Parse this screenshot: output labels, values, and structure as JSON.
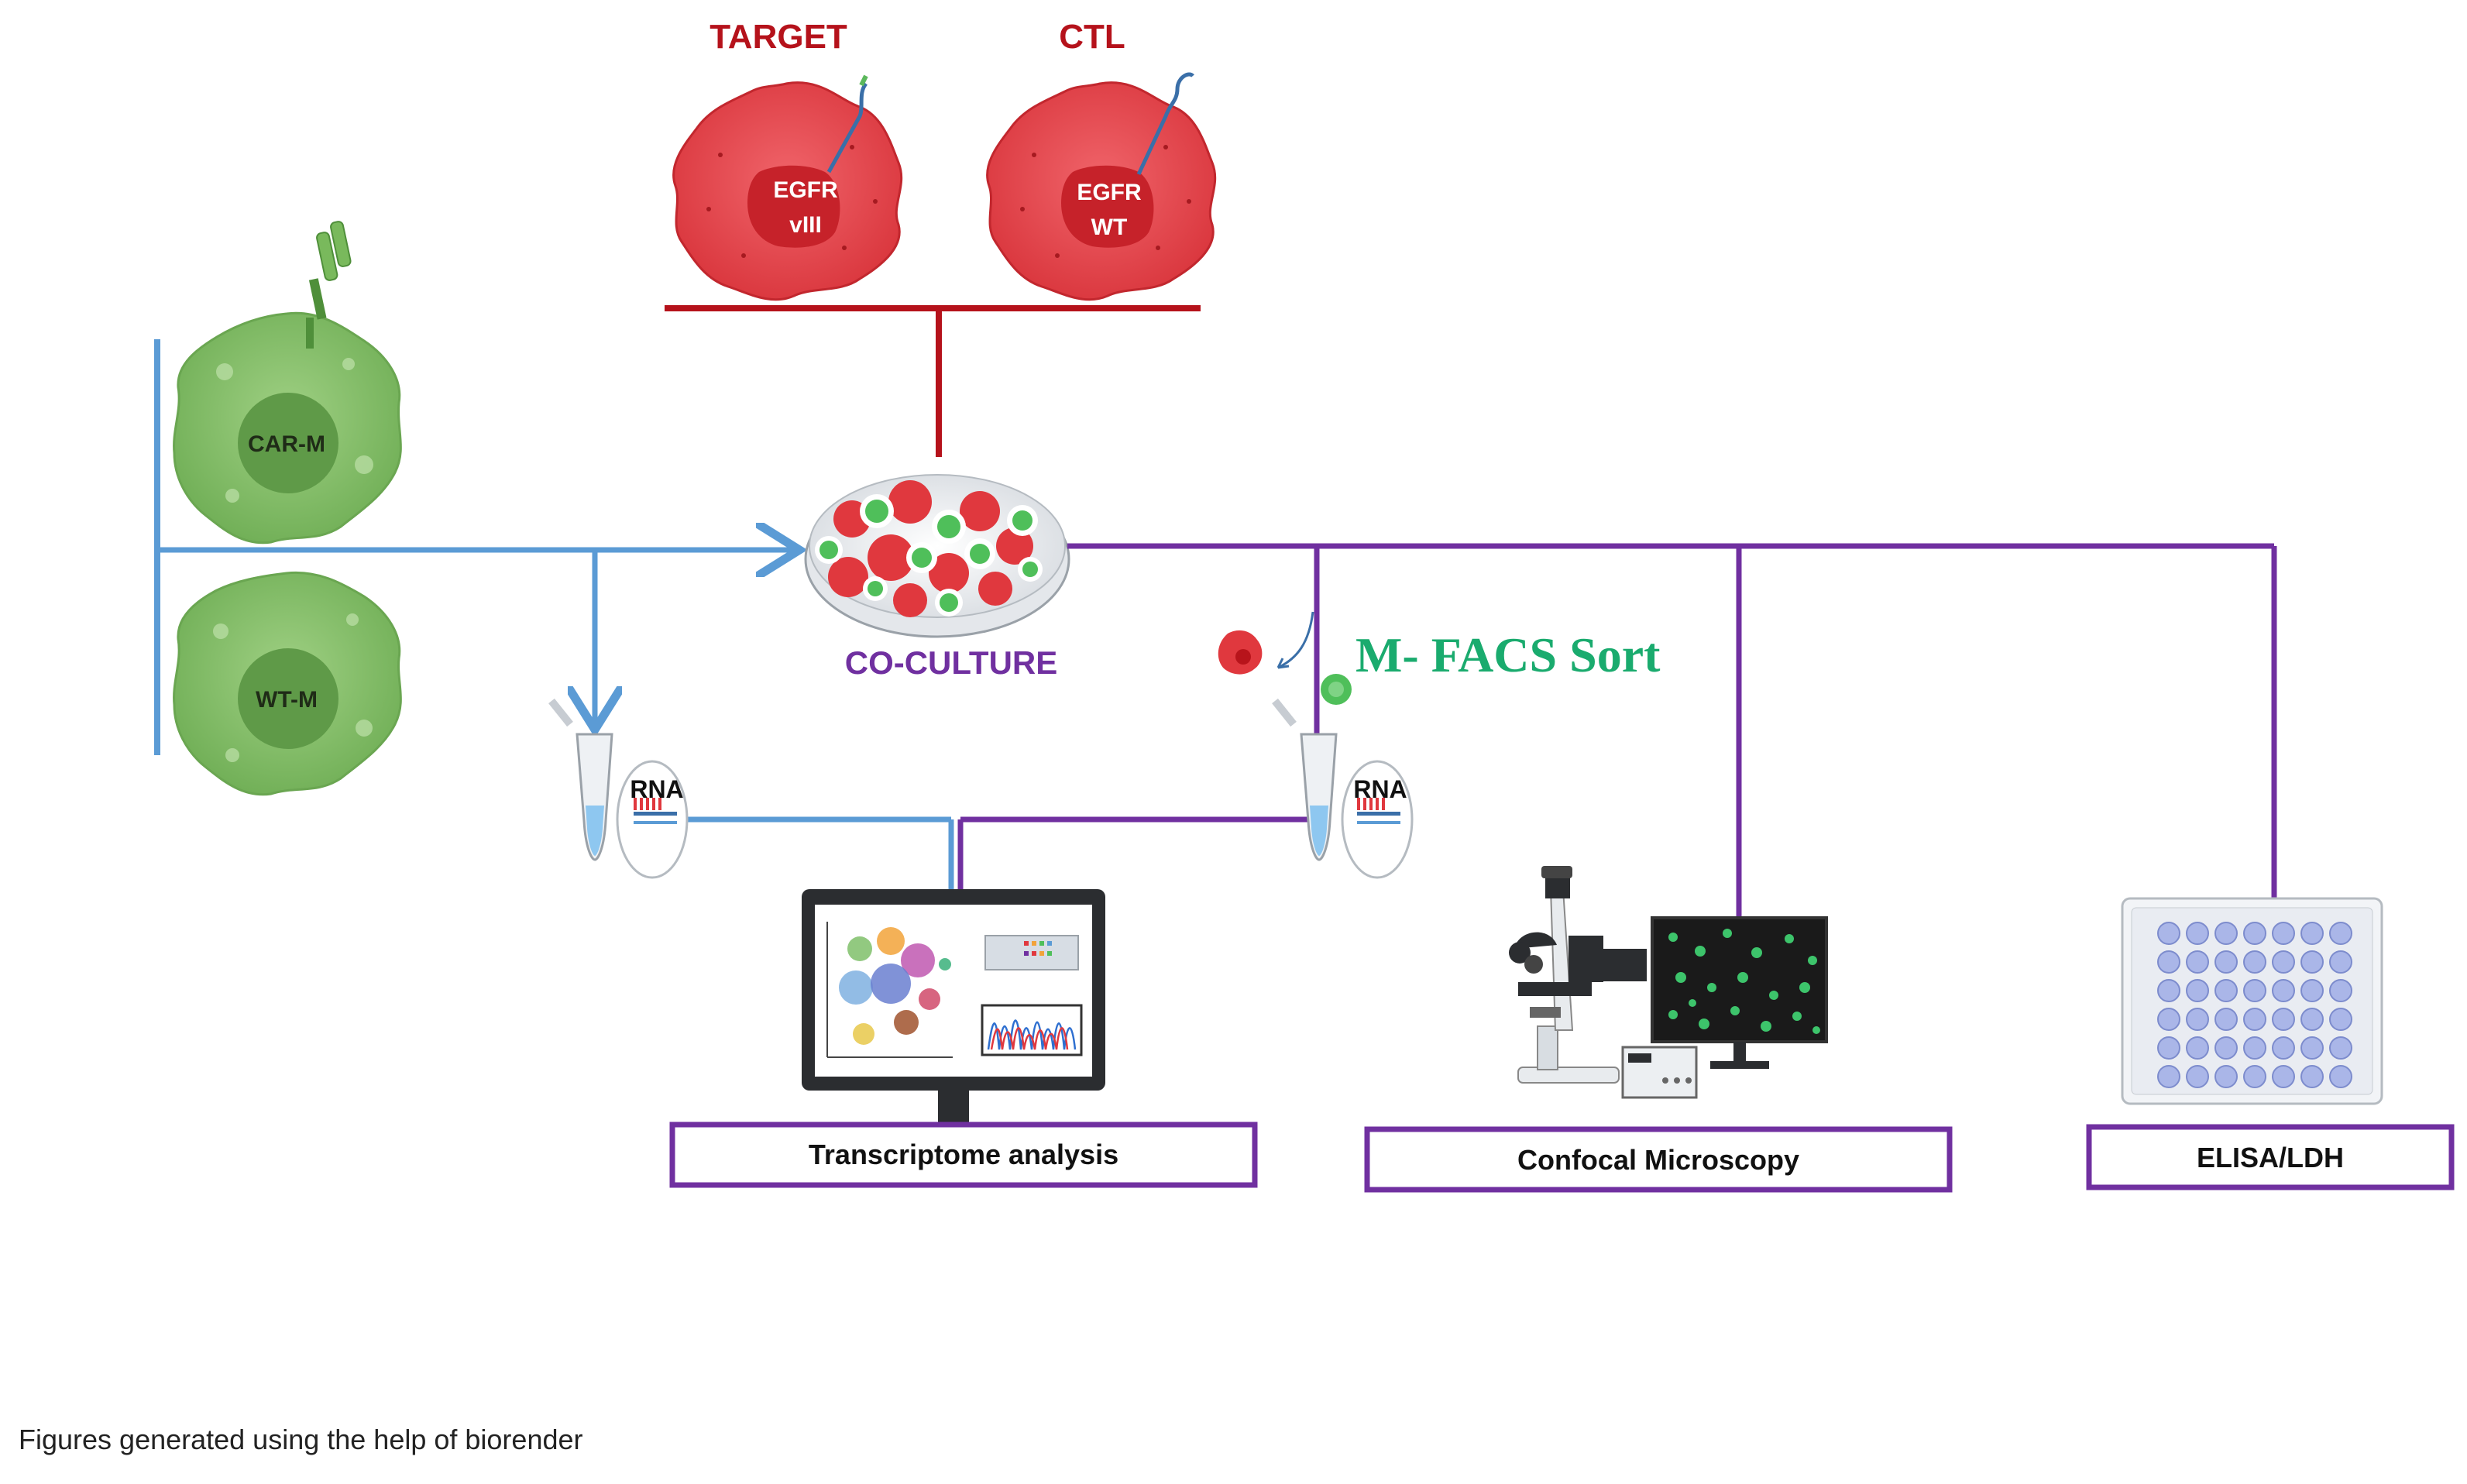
{
  "colors": {
    "red_line": "#b5121b",
    "red_text": "#b5121b",
    "blue_line": "#5b9bd5",
    "purple_line": "#7030a0",
    "purple_text": "#7030a0",
    "green_text": "#1aab6e",
    "macrophage_green": "#86c26a",
    "target_red": "#e8474c"
  },
  "targets": {
    "target": {
      "title": "TARGET",
      "receptor_line1": "EGFR",
      "receptor_line2": "vIII"
    },
    "ctl": {
      "title": "CTL",
      "receptor_line1": "EGFR",
      "receptor_line2": "WT"
    }
  },
  "macrophages": {
    "car_m": {
      "label": "CAR-M"
    },
    "wt_m": {
      "label": "WT-M"
    }
  },
  "coculture": {
    "label": "CO-CULTURE"
  },
  "facs": {
    "label": "M- FACS Sort"
  },
  "rna": {
    "left_label": "RNA",
    "right_label": "RNA"
  },
  "outputs": {
    "transcriptome": "Transcriptome analysis",
    "confocal": "Confocal Microscopy",
    "elisa": "ELISA/LDH"
  },
  "footer": "Figures generated using the help of  biorender"
}
